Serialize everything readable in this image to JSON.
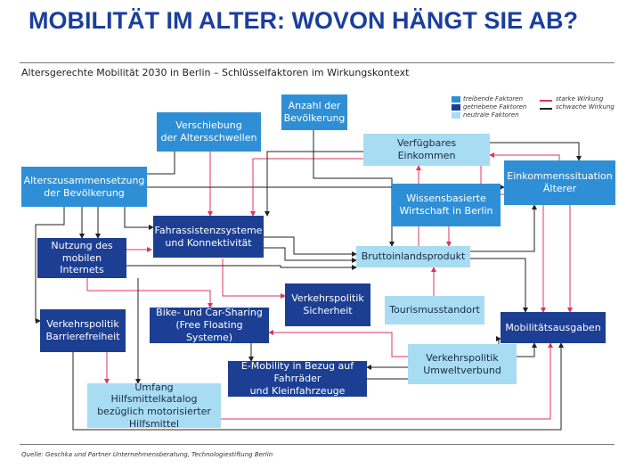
{
  "title": "MOBILITÄT IM ALTER: WOVON HÄNGT SIE AB?",
  "subtitle": "Altersgerechte Mobilität 2030 in Berlin – Schlüsselfaktoren im Wirkungskontext",
  "source": "Quelle: Geschka und Partner Unternehmensberatung, Technologiestiftung Berlin",
  "colors": {
    "treibend": "#2f8fd6",
    "getrieben": "#1c3f94",
    "neutral": "#a8dcf3",
    "strong": "#e0335d",
    "weak": "#222222"
  },
  "legend": {
    "treibend": "treibende Faktoren",
    "getrieben": "getriebene Faktoren",
    "neutral": "neutrale Faktoren",
    "stark": "starke Wirkung",
    "schwach": "schwache Wirkung"
  },
  "nodes": {
    "anzahl": "Anzahl der\nBevölkerung",
    "verschiebung": "Verschiebung\nder Altersschwellen",
    "alterszusammensetzung": "Alterszusammensetzung\nder Bevölkerung",
    "einkommen": "Verfügbares Einkommen",
    "einkommenssituation": "Einkommenssituation\nÄlterer",
    "wissen": "Wissensbasierte\nWirtschaft in Berlin",
    "fahrassistenz": "Fahrassistenzsysteme\nund Konnektivität",
    "internet": "Nutzung des\nmobilen Internets",
    "bip": "Bruttoinlandsprodukt",
    "sicherheit": "Verkehrspolitik\nSicherheit",
    "tourismus": "Tourismusstandort",
    "barrierefreiheit": "Verkehrspolitik\nBarrierefreiheit",
    "sharing": "Bike- und Car-Sharing\n(Free Floating Systeme)",
    "mobilitaet": "Mobilitätsausgaben",
    "umweltverbund": "Verkehrspolitik\nUmweltverbund",
    "emobility": "E-Mobility in Bezug auf Fahrräder\nund Kleinfahrzeuge",
    "hilfsmittel": "Umfang Hilfsmittelkatalog\nbezüglich motorisierter\nHilfsmittel"
  }
}
